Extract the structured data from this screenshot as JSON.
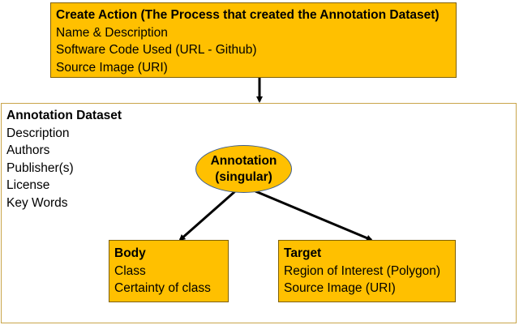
{
  "create_action": {
    "title": "Create Action (The Process that created the Annotation Dataset)",
    "items": [
      "Name & Description",
      "Software Code Used (URL  - Github)",
      "Source Image (URI)"
    ]
  },
  "annotation_dataset": {
    "title": "Annotation Dataset",
    "items": [
      "Description",
      "Authors",
      "Publisher(s)",
      "License",
      "Key Words"
    ]
  },
  "annotation": {
    "line1": "Annotation",
    "line2": "(singular)"
  },
  "body": {
    "title": "Body",
    "items": [
      "Class",
      "Certainty of class"
    ]
  },
  "target": {
    "title": "Target",
    "items": [
      "Region of Interest (Polygon)",
      "Source Image (URI)"
    ]
  },
  "colors": {
    "box_fill": "#ffc000",
    "box_border": "#7f6000",
    "ellipse_border": "#3f5f8f",
    "arrow": "#000000"
  }
}
